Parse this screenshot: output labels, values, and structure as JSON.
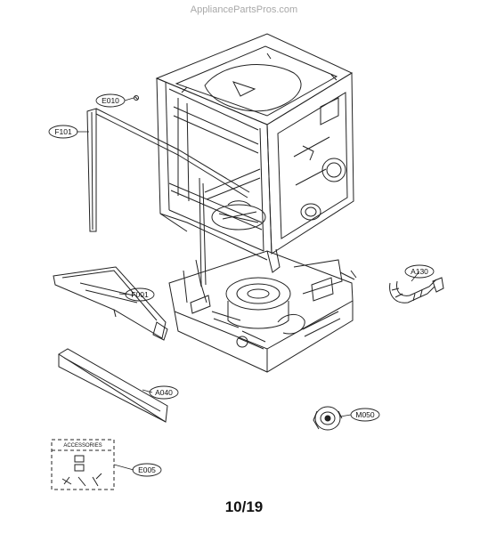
{
  "watermark": "AppliancePartsPros.com",
  "page_number": "10/19",
  "callouts": {
    "e010": "E010",
    "f101": "F101",
    "f001": "F001",
    "a040": "A040",
    "a130": "A130",
    "m050": "M050",
    "e005": "E005"
  },
  "accessories_label": "ACCESSORIES"
}
